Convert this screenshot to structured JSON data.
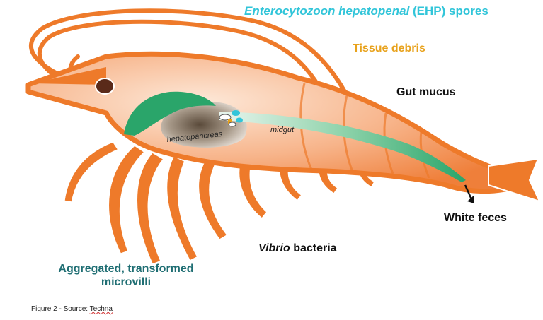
{
  "labels": {
    "ehp_italic": "Enterocytozoon hepatopenal",
    "ehp_rest": " (EHP) spores",
    "tissue_debris": "Tissue debris",
    "gut_mucus": "Gut mucus",
    "white_feces": "White feces",
    "vibrio_italic": "Vibrio",
    "vibrio_rest": " bacteria",
    "microvilli": "Aggregated, transformed microvilli",
    "hepatopancreas": "hepatopancreas",
    "midgut": "midgut"
  },
  "caption": {
    "prefix": "Figure 2 - Source: ",
    "source": "Techna"
  },
  "colors": {
    "shrimp_orange": "#ee7a2a",
    "shrimp_body_light": "#f9c9a8",
    "gut_green": "#2aa56a",
    "ehp_cyan": "#31c5d9",
    "debris_yellow": "#e8a21c",
    "microvilli_teal": "#1f6e73"
  }
}
